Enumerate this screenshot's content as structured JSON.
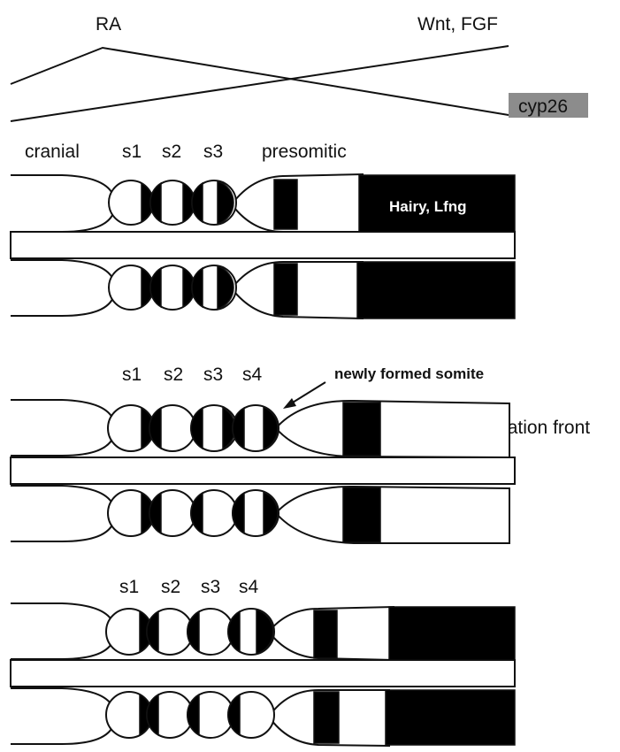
{
  "gradient": {
    "left_label": "RA",
    "right_label": "Wnt, FGF",
    "cyp_label": "cyp26",
    "cyp_color": "#8c8c8c"
  },
  "panel1": {
    "region_labels": {
      "cranial": "cranial",
      "s1": "s1",
      "s2": "s2",
      "s3": "s3",
      "presomitic": "presomitic"
    },
    "black_box_label": "Hairy, Lfng"
  },
  "panel2": {
    "somite_labels": [
      "s1",
      "s2",
      "s3",
      "s4"
    ],
    "newly_formed_label": "newly formed somite",
    "determination_label": "determination front"
  },
  "panel3": {
    "somite_labels": [
      "s1",
      "s2",
      "s3",
      "s4"
    ]
  }
}
